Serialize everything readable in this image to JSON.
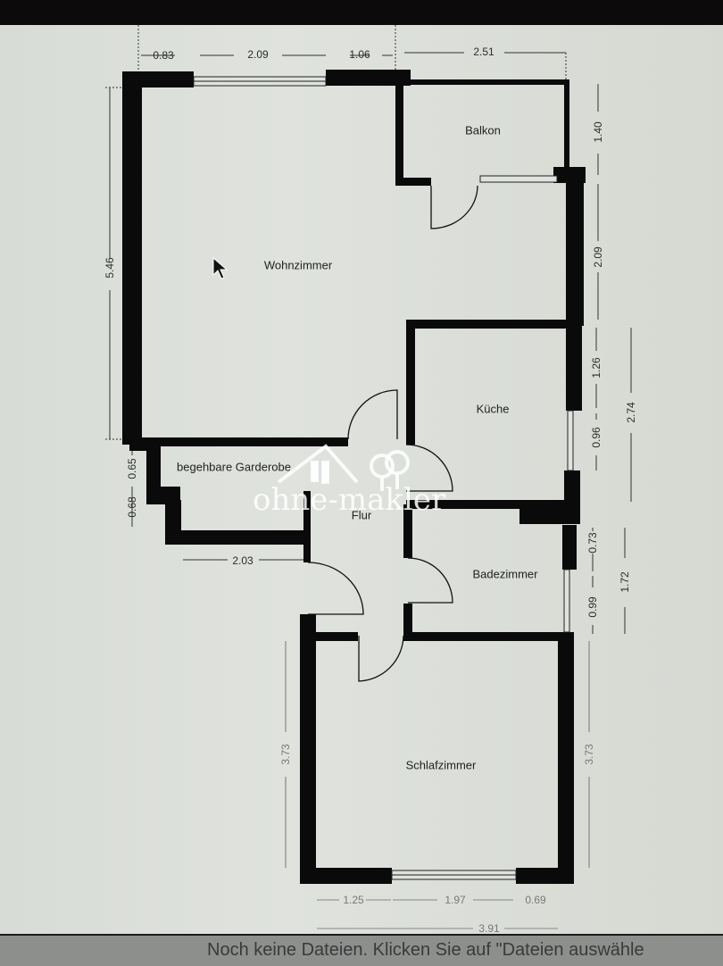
{
  "floorplan": {
    "rooms": {
      "wohnzimmer": "Wohnzimmer",
      "balkon": "Balkon",
      "kueche": "Küche",
      "garderobe": "begehbare Garderobe",
      "flur": "Flur",
      "badezimmer": "Badezimmer",
      "schlafzimmer": "Schlafzimmer"
    },
    "dimensions": {
      "top_1": "0.83",
      "top_2": "2.09",
      "top_3": "1.06",
      "top_4": "2.51",
      "left_wohnzimmer": "5.46",
      "right_balkon": "1.40",
      "right_wohnzimmer": "2.09",
      "right_kueche_upper": "1.26",
      "right_kueche_window": "0.96",
      "right_kueche_total": "2.74",
      "right_bad_upper": "0.73",
      "right_bad_window": "0.99",
      "right_bad_total": "1.72",
      "garderobe_v1": "0.65",
      "garderobe_v2": "0.68",
      "garderobe_width": "2.03",
      "left_schlafzimmer": "3.73",
      "right_schlafzimmer": "3.73",
      "bottom_1": "1.25",
      "bottom_2": "1.97",
      "bottom_3": "0.69",
      "bottom_total": "3.91"
    }
  },
  "watermark": {
    "brand": "ohne-makler"
  },
  "status": {
    "message": "Noch keine Dateien. Klicken Sie auf \"Dateien auswähle"
  },
  "colors": {
    "wall": "#0a0a0a",
    "background": "#dcdfd9",
    "status_bar": "#8d8f8c"
  }
}
